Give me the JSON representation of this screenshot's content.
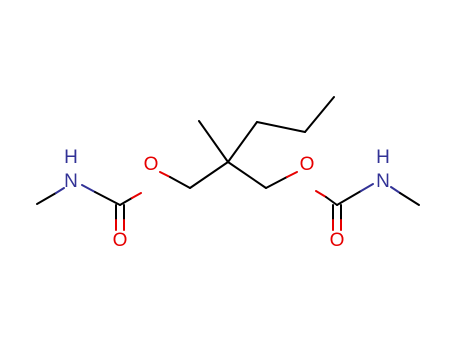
{
  "molecule": {
    "atom_labels": {
      "n_left": "N",
      "h_left": "H",
      "o_ester_left": "O",
      "o_carbonyl_left": "O",
      "o_ester_right": "O",
      "o_carbonyl_right": "O",
      "n_right": "N",
      "h_right": "H"
    },
    "colors": {
      "bond": "#000000",
      "nitrogen": "#323296",
      "oxygen": "#e60000",
      "background": "#ffffff"
    }
  }
}
